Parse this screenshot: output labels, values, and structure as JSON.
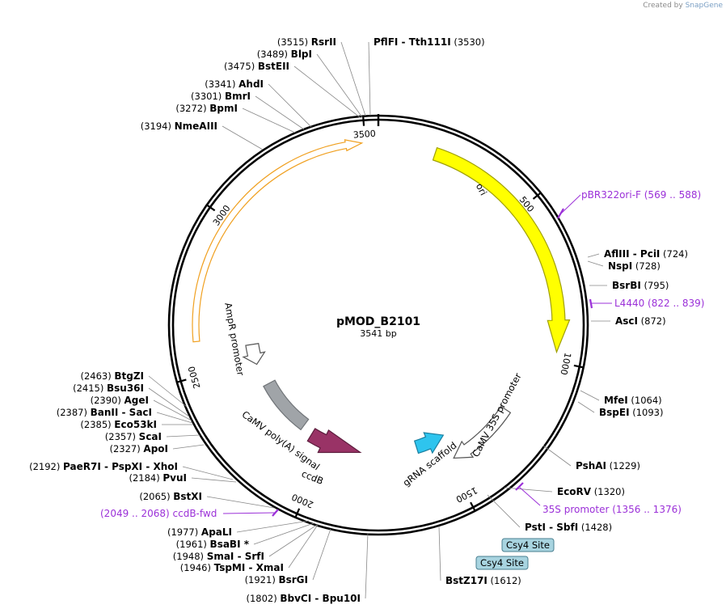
{
  "watermark": {
    "prefix": "Created by",
    "brand": "SnapGene"
  },
  "plasmid": {
    "name": "pMOD_B2101",
    "length_label": "3541 bp",
    "length": 3541
  },
  "ticks": [
    "500",
    "1000",
    "1500",
    "2000",
    "2500",
    "3000",
    "3500"
  ],
  "features": [
    {
      "label": "ori",
      "color": "#ffff00",
      "stroke": "#a0a000",
      "label_color": "#000000"
    },
    {
      "label": "ccdB",
      "color": "#993366",
      "stroke": "#5c1d3d",
      "label_color": "#ffffff"
    },
    {
      "label": "CaMV poly(A) signal",
      "color": "#a0a4a8",
      "stroke": "#707478",
      "label_color": "#000000"
    },
    {
      "label": "AmpR promoter",
      "color": "#ffffff",
      "stroke": "#555555",
      "label_color": "#000000"
    },
    {
      "label": "CaMV 35S promoter",
      "color": "#ffffff",
      "stroke": "#555555",
      "label_color": "#000000"
    },
    {
      "label": "gRNA scaffold",
      "color": "#2ec4ee",
      "stroke": "#1a7fa0",
      "label_color": "#000000"
    },
    {
      "label": "AmpR",
      "color": "#ffffff",
      "stroke": "#f0a020",
      "label_color": "#000000"
    }
  ],
  "sites": [
    {
      "name": "PflFI",
      "name2": "Tth111I",
      "pos": "(3530)"
    },
    {
      "name": "RsrII",
      "pos": "(3515)"
    },
    {
      "name": "BlpI",
      "pos": "(3489)"
    },
    {
      "name": "BstEII",
      "pos": "(3475)"
    },
    {
      "name": "AhdI",
      "pos": "(3341)"
    },
    {
      "name": "BmrI",
      "pos": "(3301)"
    },
    {
      "name": "BpmI",
      "pos": "(3272)"
    },
    {
      "name": "NmeAIII",
      "pos": "(3194)"
    },
    {
      "name": "AflIII",
      "name2": "PciI",
      "pos": "(724)"
    },
    {
      "name": "NspI",
      "pos": "(728)"
    },
    {
      "name": "BsrBI",
      "pos": "(795)"
    },
    {
      "name": "AscI",
      "pos": "(872)"
    },
    {
      "name": "MfeI",
      "pos": "(1064)"
    },
    {
      "name": "BspEI",
      "pos": "(1093)"
    },
    {
      "name": "PshAI",
      "pos": "(1229)"
    },
    {
      "name": "EcoRV",
      "pos": "(1320)"
    },
    {
      "name": "PstI",
      "name2": "SbfI",
      "pos": "(1428)"
    },
    {
      "name": "BstZ17I",
      "pos": "(1612)"
    },
    {
      "name": "BbvCI",
      "name2": "Bpu10I",
      "pos": "(1802)"
    },
    {
      "name": "BsrGI",
      "pos": "(1921)"
    },
    {
      "name": "TspMI",
      "name2": "XmaI",
      "pos": "(1946)"
    },
    {
      "name": "SmaI",
      "name2": "SrfI",
      "pos": "(1948)"
    },
    {
      "name": "BsaBI *",
      "pos": "(1961)"
    },
    {
      "name": "ApaLI",
      "pos": "(1977)"
    },
    {
      "name": "BstXI",
      "pos": "(2065)"
    },
    {
      "name": "PvuI",
      "pos": "(2184)"
    },
    {
      "name": "PaeR7I",
      "name2": "PspXI",
      "name3": "XhoI",
      "pos": "(2192)"
    },
    {
      "name": "ApoI",
      "pos": "(2327)"
    },
    {
      "name": "ScaI",
      "pos": "(2357)"
    },
    {
      "name": "Eco53kI",
      "pos": "(2385)"
    },
    {
      "name": "BanII",
      "name2": "SacI",
      "pos": "(2387)"
    },
    {
      "name": "AgeI",
      "pos": "(2390)"
    },
    {
      "name": "Bsu36I",
      "pos": "(2415)"
    },
    {
      "name": "BtgZI",
      "pos": "(2463)"
    }
  ],
  "primers": [
    {
      "name": "pBR322ori-F",
      "range": "(569 .. 588)"
    },
    {
      "name": "L4440",
      "range": "(822 .. 839)"
    },
    {
      "name": "35S promoter",
      "range": "(1356 .. 1376)"
    },
    {
      "name": "ccdB-fwd",
      "range": "(2049 .. 2068)"
    }
  ],
  "boxes": [
    {
      "label": "Csy4 Site",
      "fill": "#a8d4e0",
      "stroke": "#4a7f90"
    },
    {
      "label": "Csy4 Site",
      "fill": "#a8d4e0",
      "stroke": "#4a7f90"
    }
  ]
}
